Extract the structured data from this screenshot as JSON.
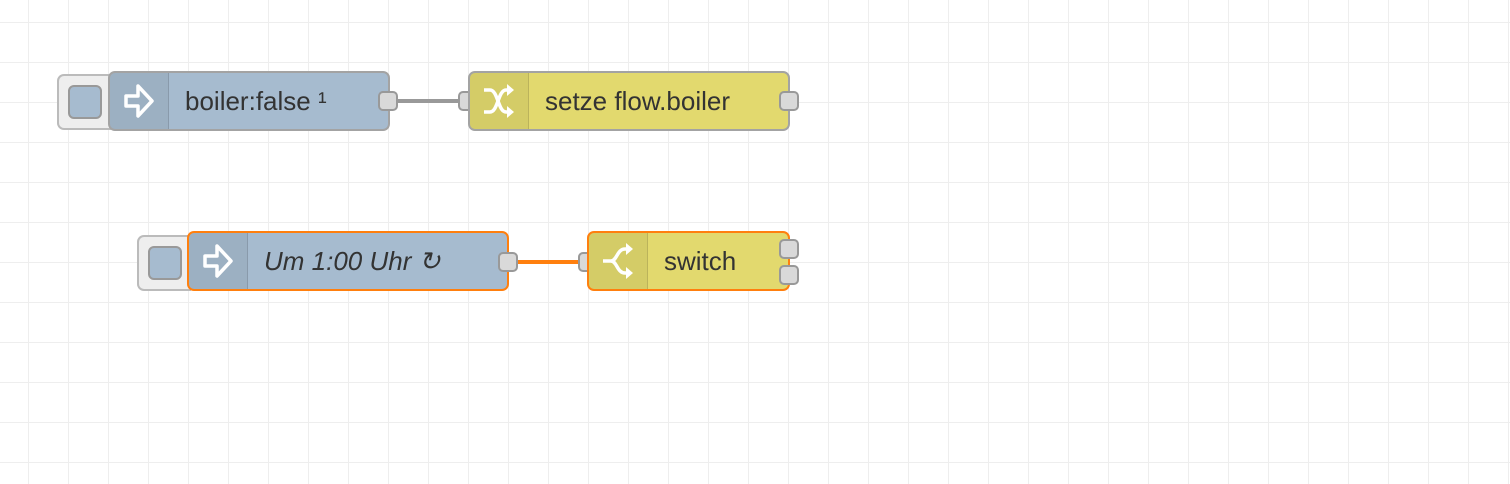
{
  "nodes": {
    "boiler_inject": {
      "label": "boiler:false ¹",
      "type_icon": "arrow-in-icon",
      "color": "#a6bbcf"
    },
    "change_node": {
      "label": "setze flow.boiler",
      "type_icon": "shuffle-icon",
      "color": "#e2d96e"
    },
    "timer_inject": {
      "label": "Um 1:00 Uhr ↻",
      "type_icon": "arrow-in-icon",
      "color": "#a6bbcf"
    },
    "switch_node": {
      "label": "switch",
      "type_icon": "switch-branch-icon",
      "color": "#e2d96e"
    }
  },
  "colors": {
    "wire": "#999999",
    "selected": "#ff7f0e",
    "canvas_grid": "#eeeeee"
  }
}
